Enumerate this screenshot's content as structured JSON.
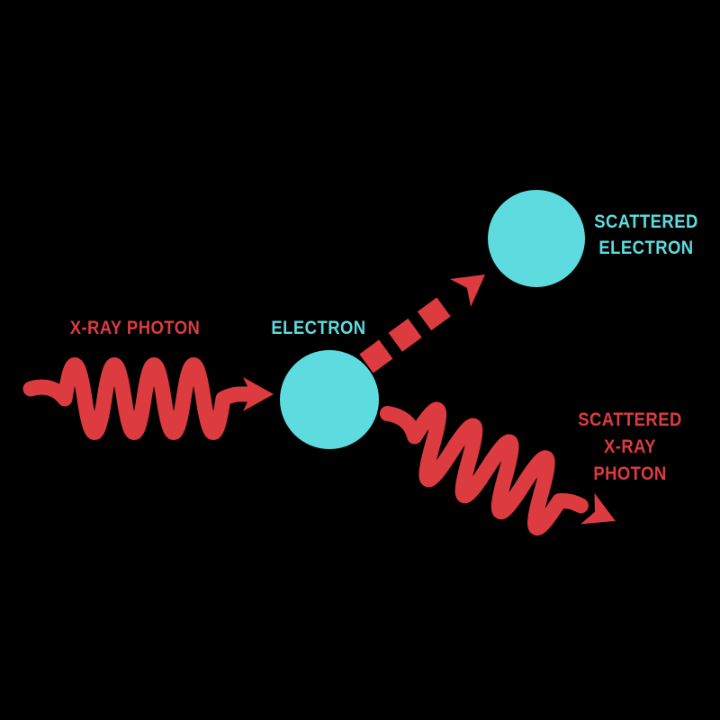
{
  "diagram": {
    "background": "#000000",
    "colors": {
      "photon_red": "#dc3b40",
      "electron_cyan": "#5edbde",
      "background": "#000000"
    },
    "labels": {
      "incoming_photon": "X-RAY PHOTON",
      "electron": "ELECTRON",
      "scattered_electron_lines": [
        "SCATTERED",
        "ELECTRON"
      ],
      "scattered_photon_lines": [
        "SCATTERED",
        "X-RAY",
        "PHOTON"
      ]
    },
    "icons": {
      "incoming_photon": "wavy-arrow-right-icon",
      "scattered_photon": "wavy-arrow-down-right-icon",
      "scattered_electron_path": "dashed-arrow-up-right-icon",
      "electron": "filled-circle-icon",
      "scattered_electron": "filled-circle-icon"
    }
  }
}
